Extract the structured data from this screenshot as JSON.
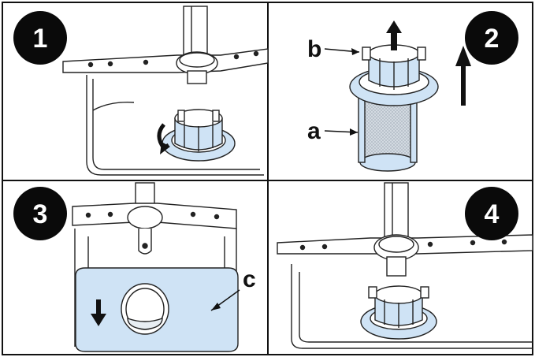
{
  "steps": [
    {
      "number": "1"
    },
    {
      "number": "2"
    },
    {
      "number": "3"
    },
    {
      "number": "4"
    }
  ],
  "callouts": {
    "a": "a",
    "b": "b",
    "c": "c"
  },
  "colors": {
    "highlight_blue": "#cfe3f5",
    "filter_mesh": "#cfd8e0",
    "line": "#111111",
    "badge": "#0a0a0a"
  }
}
